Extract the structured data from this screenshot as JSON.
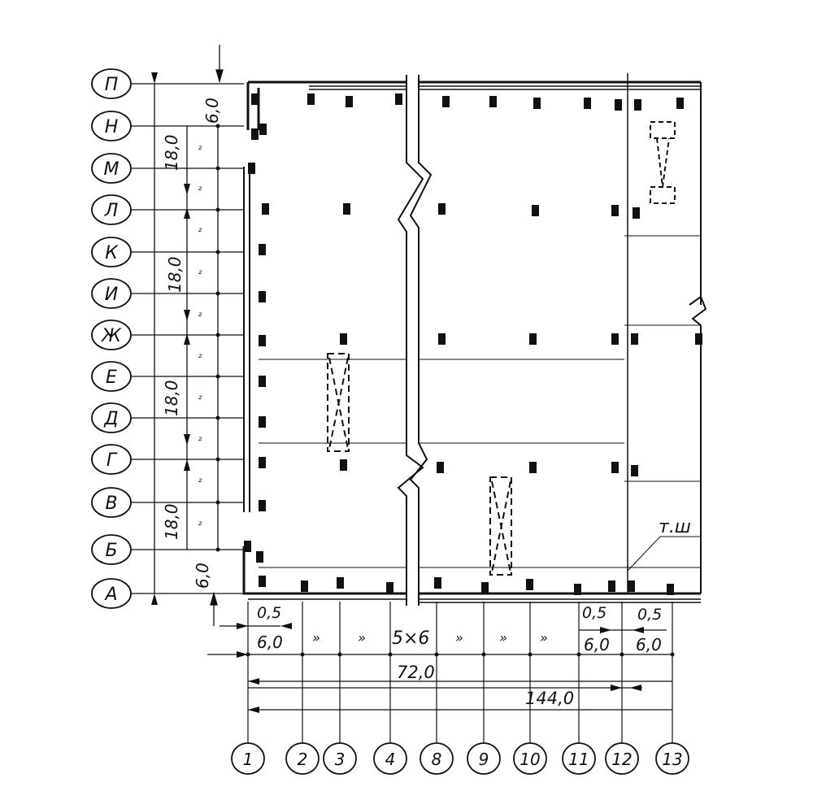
{
  "row_axes": [
    "П",
    "Н",
    "М",
    "Л",
    "К",
    "И",
    "Ж",
    "Е",
    "Д",
    "Г",
    "В",
    "Б",
    "А"
  ],
  "column_axes": [
    "1",
    "2",
    "3",
    "4",
    "8",
    "9",
    "10",
    "11",
    "12",
    "13"
  ],
  "dimensions": {
    "left_top": "6,0",
    "left_bays": [
      "18,0",
      "18,0",
      "18,0",
      "18,0"
    ],
    "left_bottom": "6,0",
    "offset_left": "0,5",
    "offset_right_a": "0,5",
    "offset_right_b": "0,5",
    "first_bay": "6,0",
    "repeat_mark": "»",
    "middle_label": "5×6",
    "bay_11_12": "6,0",
    "bay_12_13": "6,0",
    "span_72": "72,0",
    "span_144": "144,0",
    "half_step_mark": "²"
  },
  "annotations": {
    "seam_label": "т.ш"
  }
}
